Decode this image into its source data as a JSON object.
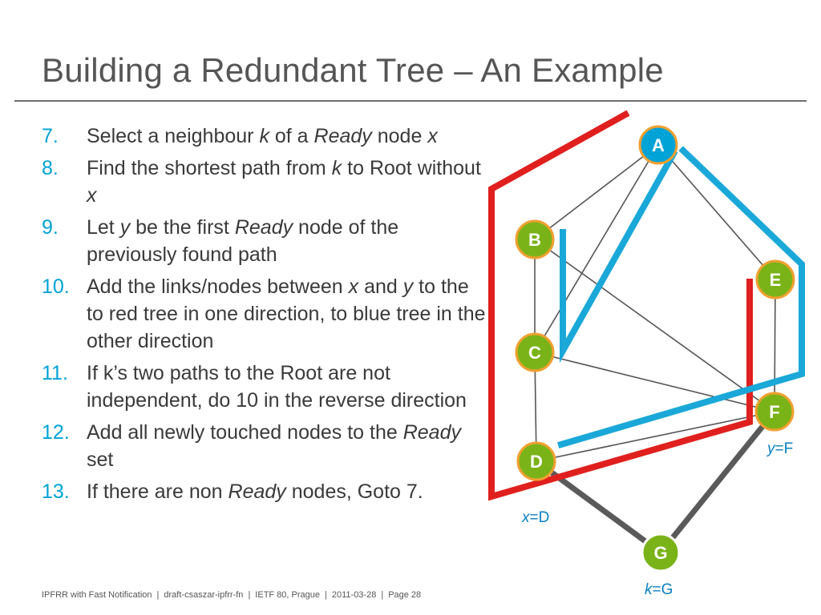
{
  "title": "Building a Redundant Tree – An Example",
  "steps": [
    {
      "num": "7.",
      "parts": [
        [
          "t",
          "Select a neighbour "
        ],
        [
          "i",
          "k"
        ],
        [
          "t",
          " of a "
        ],
        [
          "i",
          "Ready"
        ],
        [
          "t",
          " node "
        ],
        [
          "i",
          "x"
        ]
      ]
    },
    {
      "num": "8.",
      "parts": [
        [
          "t",
          "Find the shortest path from "
        ],
        [
          "i",
          "k"
        ],
        [
          "t",
          " to Root without "
        ],
        [
          "i",
          "x"
        ]
      ]
    },
    {
      "num": "9.",
      "parts": [
        [
          "t",
          "Let "
        ],
        [
          "i",
          "y"
        ],
        [
          "t",
          " be the first "
        ],
        [
          "i",
          "Ready"
        ],
        [
          "t",
          " node of the previously found path"
        ]
      ]
    },
    {
      "num": "10.",
      "parts": [
        [
          "t",
          "Add the links/nodes between "
        ],
        [
          "i",
          "x"
        ],
        [
          "t",
          " and "
        ],
        [
          "i",
          "y"
        ],
        [
          "t",
          " to the to red tree in one direction, to blue tree in the other direction"
        ]
      ]
    },
    {
      "num": "11.",
      "parts": [
        [
          "t",
          "If k’s two paths to the Root are not independent, do 10 in the reverse direction"
        ]
      ]
    },
    {
      "num": "12.",
      "parts": [
        [
          "t",
          "Add all newly touched nodes to the "
        ],
        [
          "i",
          "Ready"
        ],
        [
          "t",
          " set"
        ]
      ]
    },
    {
      "num": "13.",
      "parts": [
        [
          "t",
          "If there are non "
        ],
        [
          "i",
          "Ready"
        ],
        [
          "t",
          " nodes, Goto 7."
        ]
      ]
    }
  ],
  "diagram": {
    "nodes": [
      {
        "id": "A",
        "label": "A",
        "fill": "#00a3d6",
        "ring": "#f0a030"
      },
      {
        "id": "B",
        "label": "B",
        "fill": "#7ab318",
        "ring": "#f0a030"
      },
      {
        "id": "C",
        "label": "C",
        "fill": "#7ab318",
        "ring": "#f0a030"
      },
      {
        "id": "D",
        "label": "D",
        "fill": "#7ab318",
        "ring": "#f0a030"
      },
      {
        "id": "E",
        "label": "E",
        "fill": "#7ab318",
        "ring": "#f0a030"
      },
      {
        "id": "F",
        "label": "F",
        "fill": "#7ab318",
        "ring": "#f0a030"
      },
      {
        "id": "G",
        "label": "G",
        "fill": "#7ab318",
        "ring": "#ffffff"
      }
    ],
    "edges": [
      [
        "A",
        "B"
      ],
      [
        "A",
        "C"
      ],
      [
        "A",
        "E"
      ],
      [
        "B",
        "C"
      ],
      [
        "B",
        "F"
      ],
      [
        "C",
        "F"
      ],
      [
        "C",
        "D"
      ],
      [
        "D",
        "F"
      ],
      [
        "E",
        "F"
      ]
    ],
    "path_edges": [
      [
        "D",
        "G"
      ],
      [
        "G",
        "F"
      ]
    ],
    "var_labels": [
      {
        "var": "x",
        "eq": "=D"
      },
      {
        "var": "y",
        "eq": "=F"
      },
      {
        "var": "k",
        "eq": "=G"
      }
    ],
    "colors": {
      "edge": "#555555",
      "path_edge": "#5a5a5a",
      "red_tree": "#e0201e",
      "blue_tree": "#1aa8d8",
      "var_label": "#0a7fc2"
    }
  },
  "footer": {
    "items": [
      "IPFRR with Fast Notification",
      "draft-csaszar-ipfrr-fn",
      "IETF 80, Prague",
      "2011-03-28",
      "Page 28"
    ],
    "separator": "|"
  }
}
